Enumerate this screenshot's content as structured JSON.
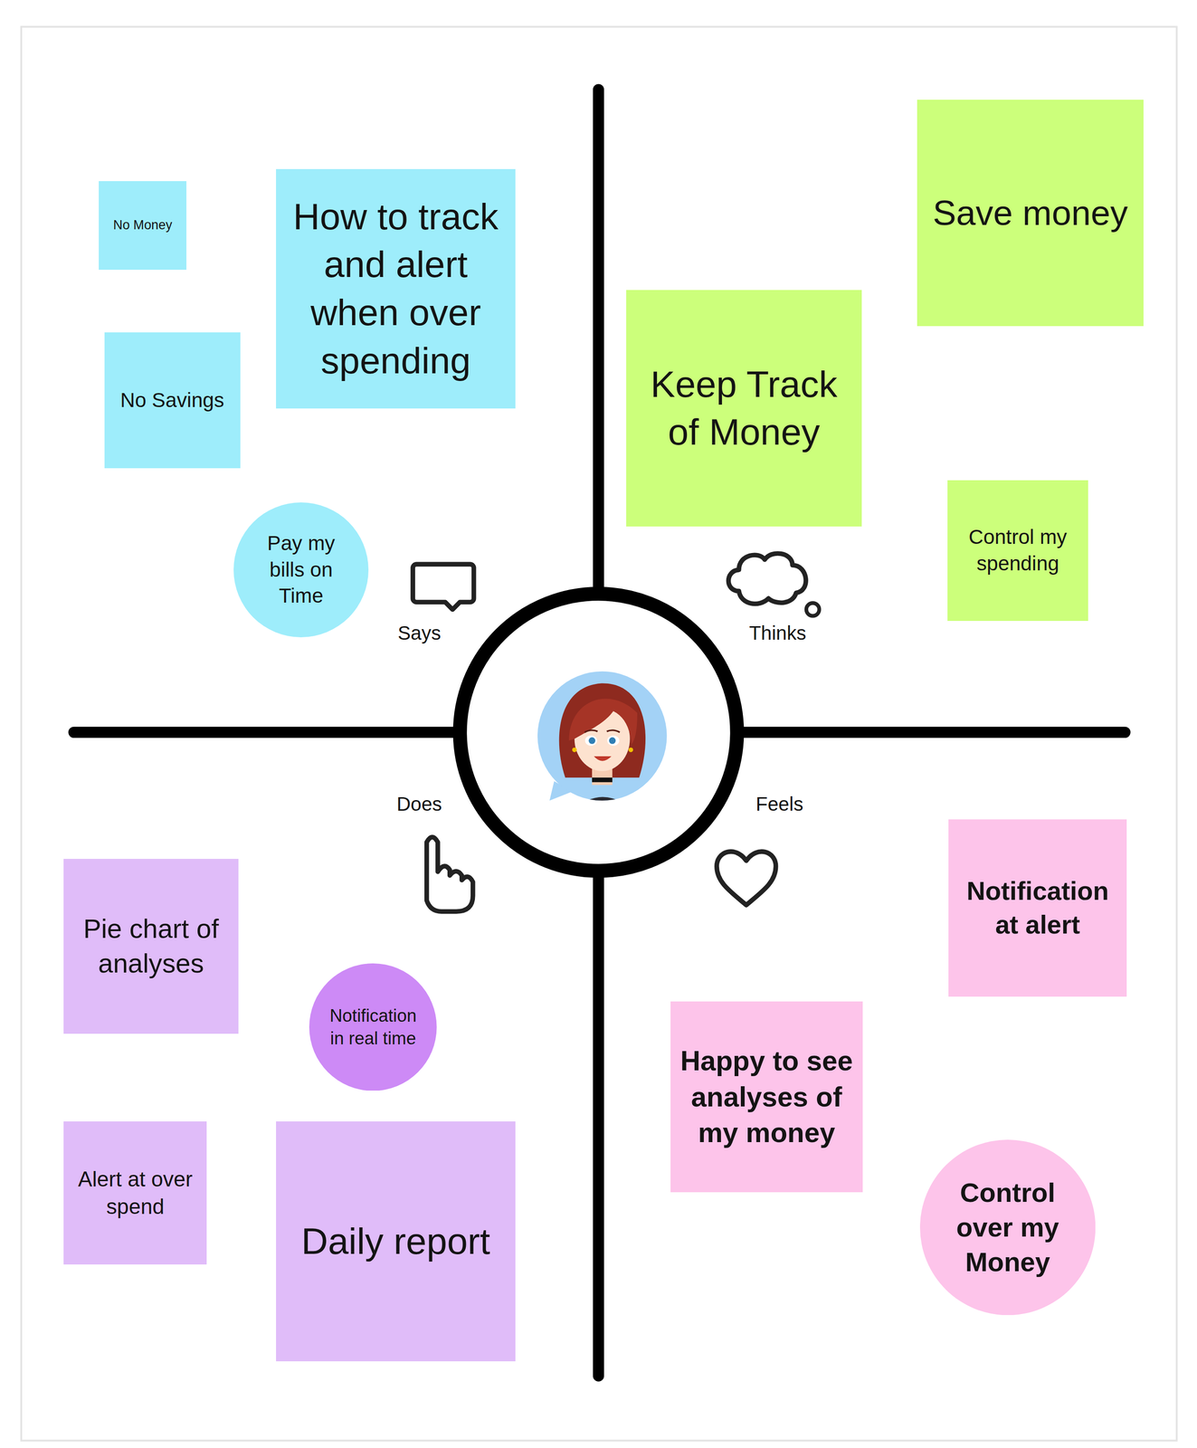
{
  "diagram": {
    "nodes": [
      {
        "text": [
          "No Money"
        ]
      },
      {
        "text": [
          "How to track and alert when over spending"
        ]
      },
      {
        "text": [
          "No Savings"
        ]
      },
      {
        "text": [
          "Pay my bills on Time"
        ]
      },
      {
        "text": [
          "Save money"
        ]
      },
      {
        "text": [
          "Keep Track of Money"
        ]
      },
      {
        "text": [
          "Control my spending"
        ]
      },
      {
        "text": [
          "Pie chart of analyses"
        ]
      },
      {
        "text": [
          "Notification in real time"
        ]
      },
      {
        "text": [
          "Alert at over spend"
        ]
      },
      {
        "text": [
          "Daily report"
        ]
      },
      {
        "text": [
          "Notification at alert"
        ]
      },
      {
        "text": [
          "Happy to see analyses of my money"
        ]
      },
      {
        "text": [
          "Control over my Money"
        ]
      }
    ],
    "labels": [
      "Says",
      "Thinks",
      "Does",
      "Feels"
    ]
  }
}
